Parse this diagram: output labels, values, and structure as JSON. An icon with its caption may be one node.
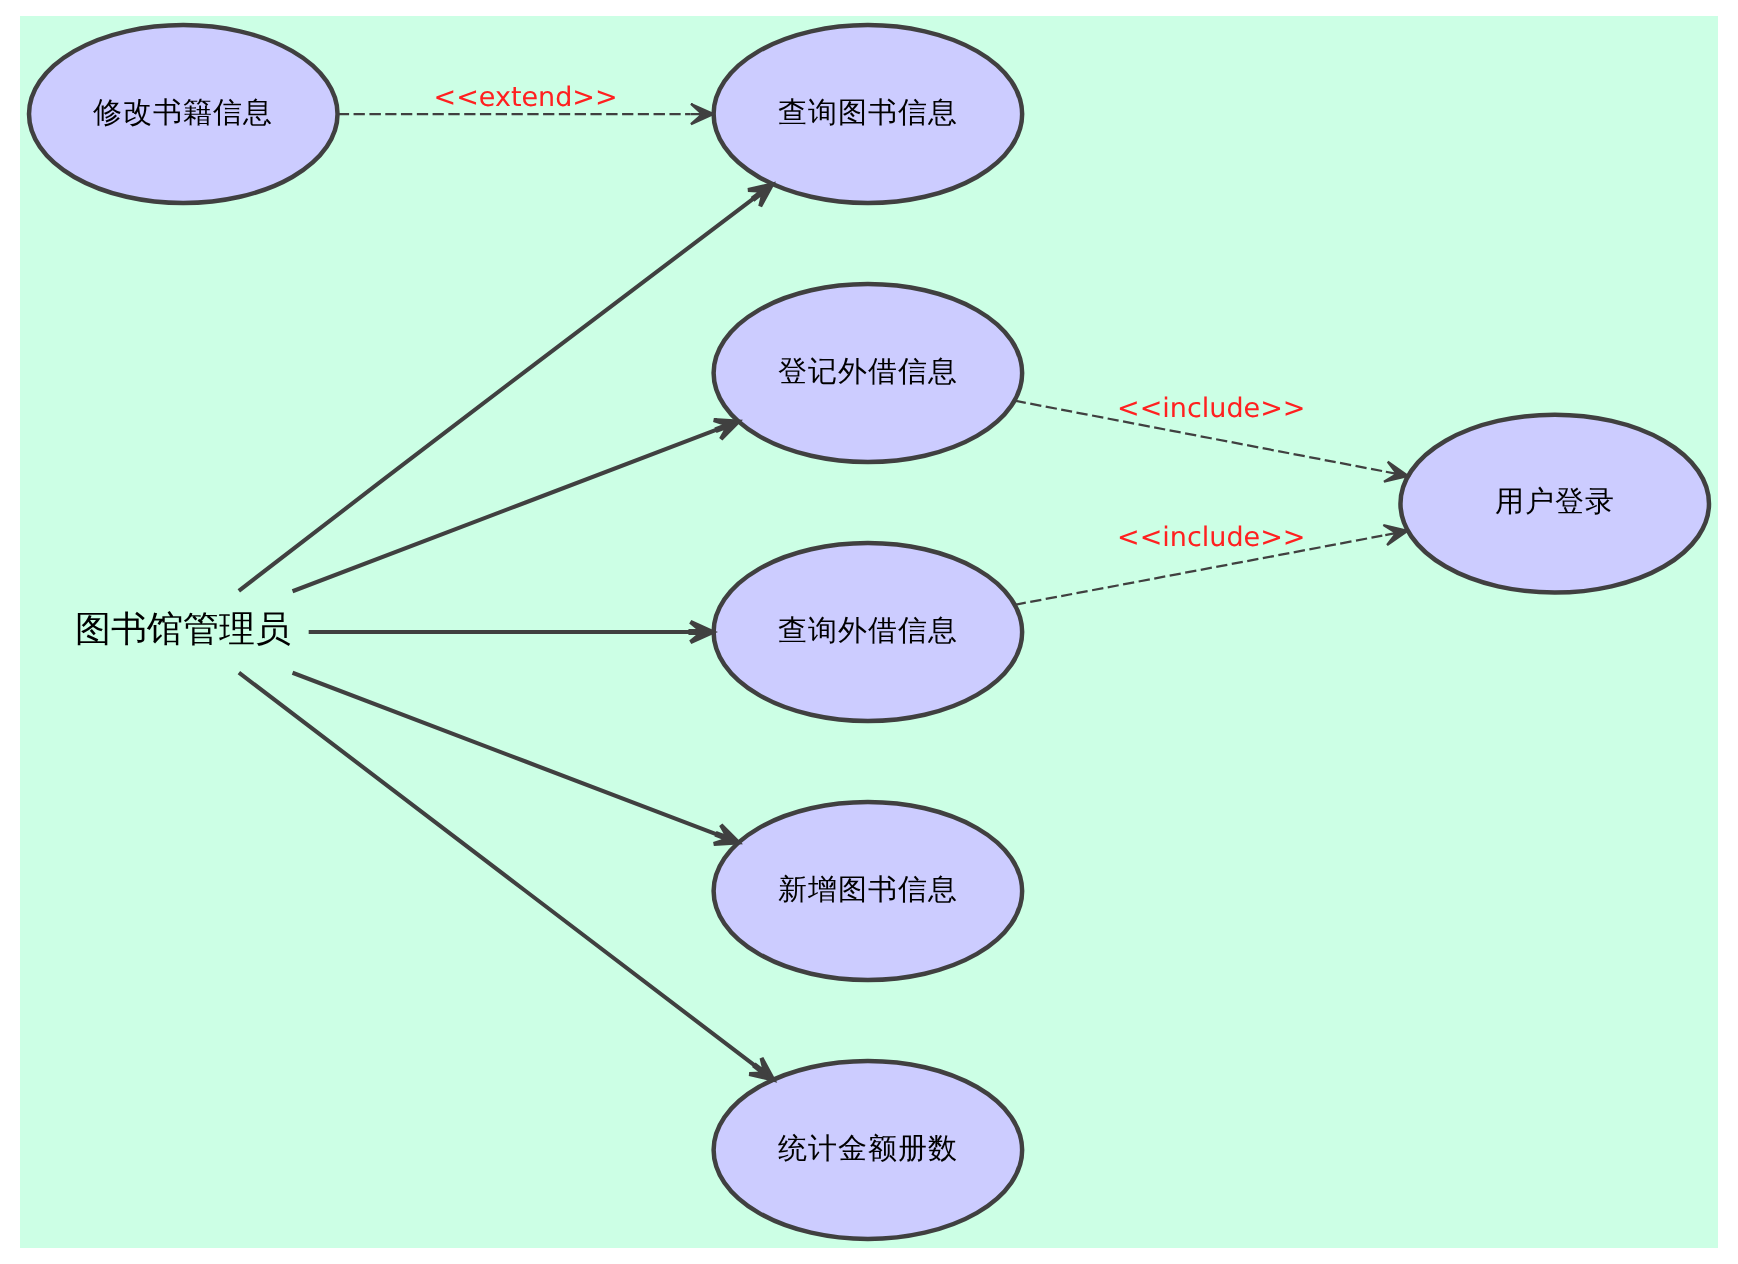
{
  "diagram": {
    "nodes": [
      {
        "text": [
          "图书馆管理员"
        ]
      },
      {
        "text": [
          "新增图书信息"
        ]
      },
      {
        "text": [
          "查询图书信息"
        ]
      },
      {
        "text": [
          "修改书籍信息"
        ]
      },
      {
        "text": [
          "登记外借信息"
        ]
      },
      {
        "text": [
          "用户登录"
        ]
      },
      {
        "text": [
          "查询外借信息"
        ]
      },
      {
        "text": [
          "统计金额册数"
        ]
      }
    ],
    "edges": [
      {
        "from": 0,
        "to": 1,
        "arrow": "to"
      },
      {
        "from": 0,
        "to": 2,
        "arrow": "to"
      },
      {
        "from": 3,
        "to": 2,
        "arrow": "to",
        "style": "dashed",
        "label": "<<extend>>"
      },
      {
        "from": 0,
        "to": 4,
        "arrow": "to"
      },
      {
        "from": 4,
        "to": 5,
        "arrow": "to",
        "style": "dashed",
        "label": "<<include>>"
      },
      {
        "from": 0,
        "to": 6,
        "arrow": "to"
      },
      {
        "from": 6,
        "to": 5,
        "arrow": "to",
        "style": "dashed",
        "label": "<<include>>"
      },
      {
        "from": 0,
        "to": 7,
        "arrow": "to"
      }
    ]
  }
}
